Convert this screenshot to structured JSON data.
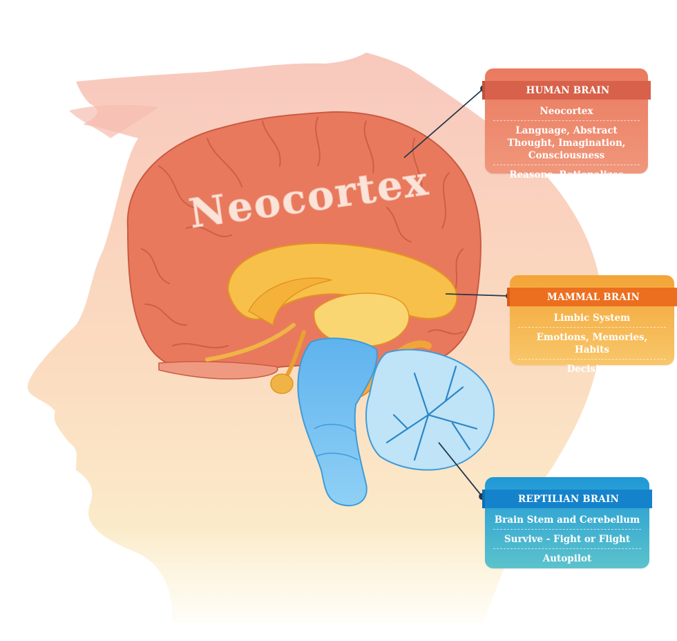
{
  "diagram": {
    "brain_label": "Neocortex",
    "cards": [
      {
        "id": "human",
        "title": "HUMAN BRAIN",
        "lines": [
          "Neocortex",
          "Language, Abstract Thought, Imagination, Consciousness",
          "Reasons, Rationalizes"
        ],
        "color": "#ea7a5f",
        "header_color": "#d7614a"
      },
      {
        "id": "mammal",
        "title": "MAMMAL BRAIN",
        "lines": [
          "Limbic System",
          "Emotions, Memories, Habits",
          "Decisions"
        ],
        "color": "#f3a437",
        "header_color": "#ec6f1f"
      },
      {
        "id": "reptilian",
        "title": "REPTILIAN BRAIN",
        "lines": [
          "Brain Stem and Cerebellum",
          "Survive - Fight or Flight",
          "Autopilot"
        ],
        "color": "#1f98d6",
        "header_color": "#1483cb"
      }
    ],
    "colors": {
      "head_top": "#f8c8bd",
      "head_bottom": "#fbf1c9",
      "neocortex": "#e9795d",
      "limbic": "#f7c04a",
      "brainstem": "#7cc8f2",
      "cerebellum": "#bfe3f7"
    }
  }
}
